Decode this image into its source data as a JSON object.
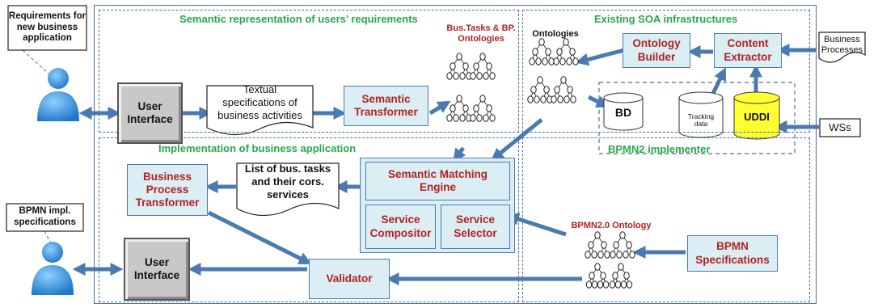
{
  "regions": {
    "semantic": "Semantic representation of users’ requirements",
    "soa": "Existing SOA infrastructures",
    "implementation": "Implementation of business application",
    "bpmn2": "BPMN2 implementer"
  },
  "callouts": {
    "requirements": "Requirements for\nnew business\napplication",
    "bpmn_impl": "BPMN impl.\nspecifications"
  },
  "boxes": {
    "user_interface_top": "User\nInterface",
    "user_interface_bottom": "User\nInterface",
    "semantic_transformer": "Semantic\nTransformer",
    "ontology_builder": "Ontology\nBuilder",
    "content_extractor": "Content\nExtractor",
    "semantic_matching_engine": "Semantic Matching\nEngine",
    "service_compositor": "Service\nCompositor",
    "service_selector": "Service\nSelector",
    "bp_transformer": "Business\nProcess\nTransformer",
    "validator": "Validator",
    "bpmn_specifications": "BPMN\nSpecifications"
  },
  "documents": {
    "textual_specs": "Textual\nspecifications of\nbusiness activities",
    "list_tasks": "List of bus. tasks\nand their cors.\nservices"
  },
  "ontology_labels": {
    "bus_tasks": "Bus.Tasks & BP.\nOntologies",
    "ontologies": "Ontologies",
    "bpmn20": "BPMN2.0 Ontology"
  },
  "stores": {
    "bd": "BD",
    "tracking": "Tracking\ndata",
    "uddi": "UDDI"
  },
  "external": {
    "business_processes": "Business\nProcesses",
    "wss": "WSs"
  },
  "colors": {
    "border": "#4a6f98",
    "box_fill": "#dbeef4",
    "box_text": "#b22222",
    "region_title": "#27a84a",
    "arrow": "#4a7ab0",
    "uddi_fill": "#ffff33",
    "user_icon": "#2d8fd6"
  }
}
